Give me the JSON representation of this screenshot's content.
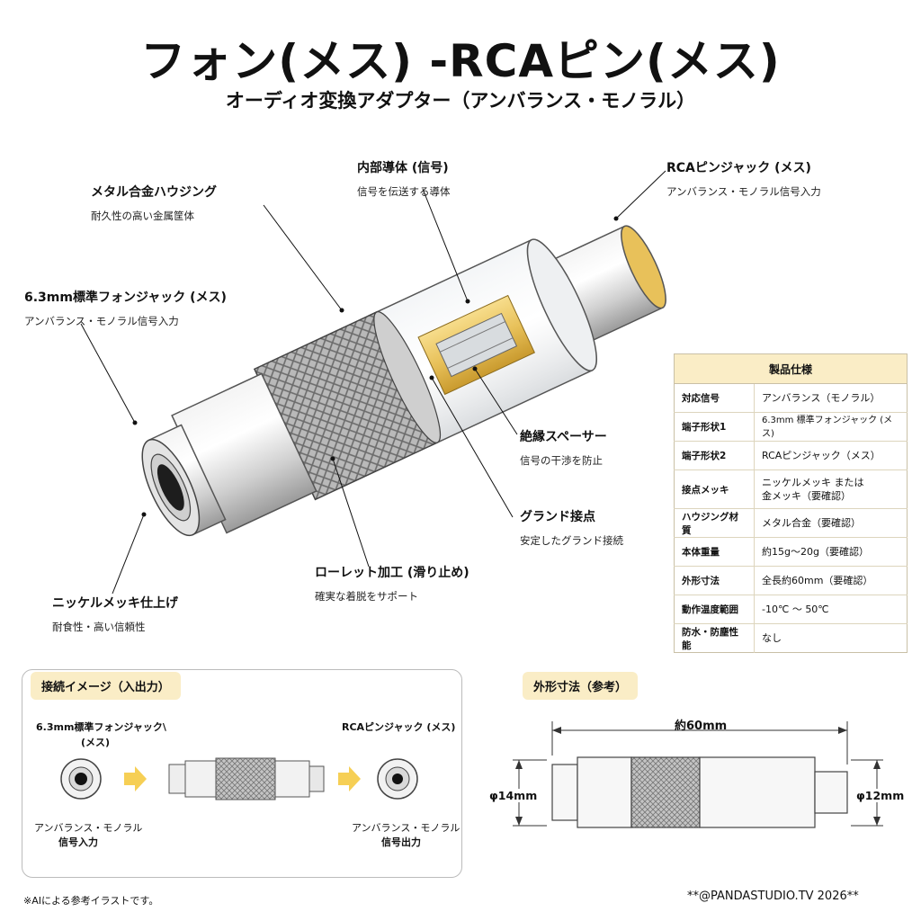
{
  "title": "フォン(メス) -RCAピン(メス)",
  "subtitle": "オーディオ変換アダプター（アンバランス・モノラル）",
  "callouts": {
    "housing": {
      "heading": "メタル合金ハウジング",
      "desc": "耐久性の高い金属筐体"
    },
    "inner": {
      "heading": "内部導体 (信号)",
      "desc": "信号を伝送する導体"
    },
    "rca": {
      "heading": "RCAピンジャック (メス)",
      "desc": "アンバランス・モノラル信号入力"
    },
    "phone": {
      "heading": "6.3mm標準フォンジャック (メス)",
      "desc": "アンバランス・モノラル信号入力"
    },
    "spacer": {
      "heading": "絶縁スペーサー",
      "desc": "信号の干渉を防止"
    },
    "ground": {
      "heading": "グランド接点",
      "desc": "安定したグランド接続"
    },
    "knurl": {
      "heading": "ローレット加工 (滑り止め)",
      "desc": "確実な着脱をサポート"
    },
    "nickel": {
      "heading": "ニッケルメッキ仕上げ",
      "desc": "耐食性・高い信頼性"
    }
  },
  "spec": {
    "header": "製品仕様",
    "rows": [
      {
        "key": "対応信号",
        "value": "アンバランス（モノラル）"
      },
      {
        "key": "端子形状1",
        "value": "6.3mm 標準フォンジャック (メス)"
      },
      {
        "key": "端子形状2",
        "value": "RCAピンジャック（メス）"
      },
      {
        "key": "接点メッキ",
        "value": "ニッケルメッキ または",
        "value2": "金メッキ（要確認）"
      },
      {
        "key": "ハウジング材質",
        "value": "メタル合金（要確認）"
      },
      {
        "key": "本体重量",
        "value": "約15g〜20g（要確認）"
      },
      {
        "key": "外形寸法",
        "value": "全長約60mm（要確認）"
      },
      {
        "key": "動作温度範囲",
        "value": "-10℃ 〜 50℃"
      },
      {
        "key": "防水・防塵性能",
        "value": "なし"
      }
    ]
  },
  "connection": {
    "tag": "接続イメージ（入出力）",
    "left_label_line1": "6.3mm標準フォンジャック\\",
    "left_label_line2": "(メス)",
    "right_label": "RCAピンジャック (メス)",
    "left_caption1": "アンバランス・モノラル",
    "left_caption2": "信号入力",
    "right_caption1": "アンバランス・モノラル",
    "right_caption2": "信号出力"
  },
  "dimensions": {
    "tag": "外形寸法（参考）",
    "length": "約60mm",
    "left_dia": "φ14mm",
    "right_dia": "φ12mm"
  },
  "footer": {
    "note": "※AIによる参考イラストです。",
    "credit": "**@PANDASTUDIO.TV 2026**"
  },
  "colors": {
    "accent": "#faedc6",
    "gold": "#e8c15a",
    "arrow": "#f6cf55"
  }
}
